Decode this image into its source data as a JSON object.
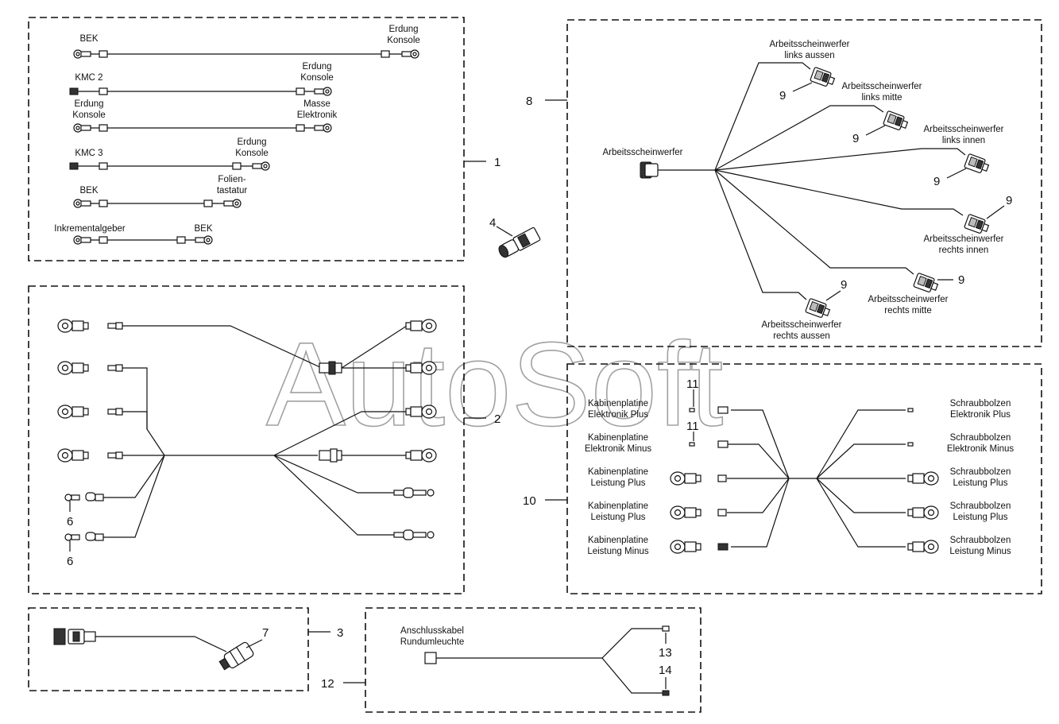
{
  "watermark": "AutoSoft",
  "callouts": {
    "n1": "1",
    "n2": "2",
    "n3": "3",
    "n4": "4",
    "n6a": "6",
    "n6b": "6",
    "n7": "7",
    "n8": "8",
    "n9a": "9",
    "n9b": "9",
    "n9c": "9",
    "n9d": "9",
    "n9e": "9",
    "n9f": "9",
    "n10": "10",
    "n11a": "11",
    "n11b": "11",
    "n12": "12",
    "n13": "13",
    "n14": "14"
  },
  "group1": {
    "bek_1": "BEK",
    "erdung_konsole_1": [
      "Erdung",
      "Konsole"
    ],
    "kmc2": "KMC 2",
    "erdung_konsole_2": [
      "Erdung",
      "Konsole"
    ],
    "erdung_konsole_3": [
      "Erdung",
      "Konsole"
    ],
    "masse_elektronik": [
      "Masse",
      "Elektronik"
    ],
    "kmc3": "KMC 3",
    "erdung_konsole_4": [
      "Erdung",
      "Konsole"
    ],
    "bek_2": "BEK",
    "folientastatur": [
      "Folien-",
      "tastatur"
    ],
    "inkrementalgeber": "Inkrementalgeber",
    "bek_3": "BEK"
  },
  "group8": {
    "main": "Arbeitsscheinwerfer",
    "links_aussen": [
      "Arbeitsscheinwerfer",
      "links aussen"
    ],
    "links_mitte": [
      "Arbeitsscheinwerfer",
      "links mitte"
    ],
    "links_innen": [
      "Arbeitsscheinwerfer",
      "links innen"
    ],
    "rechts_innen": [
      "Arbeitsscheinwerfer",
      "rechts innen"
    ],
    "rechts_mitte": [
      "Arbeitsscheinwerfer",
      "rechts mitte"
    ],
    "rechts_aussen": [
      "Arbeitsscheinwerfer",
      "rechts aussen"
    ]
  },
  "group10": {
    "kp_elektronik_plus": [
      "Kabinenplatine",
      "Elektronik Plus"
    ],
    "kp_elektronik_minus": [
      "Kabinenplatine",
      "Elektronik Minus"
    ],
    "kp_leistung_plus_1": [
      "Kabinenplatine",
      "Leistung Plus"
    ],
    "kp_leistung_plus_2": [
      "Kabinenplatine",
      "Leistung Plus"
    ],
    "kp_leistung_minus": [
      "Kabinenplatine",
      "Leistung Minus"
    ],
    "sb_elektronik_plus": [
      "Schraubbolzen",
      "Elektronik Plus"
    ],
    "sb_elektronik_minus": [
      "Schraubbolzen",
      "Elektronik Minus"
    ],
    "sb_leistung_plus_1": [
      "Schraubbolzen",
      "Leistung Plus"
    ],
    "sb_leistung_plus_2": [
      "Schraubbolzen",
      "Leistung Plus"
    ],
    "sb_leistung_minus": [
      "Schraubbolzen",
      "Leistung Minus"
    ]
  },
  "group12": {
    "anschlusskabel": [
      "Anschlusskabel",
      "Rundumleuchte"
    ]
  }
}
